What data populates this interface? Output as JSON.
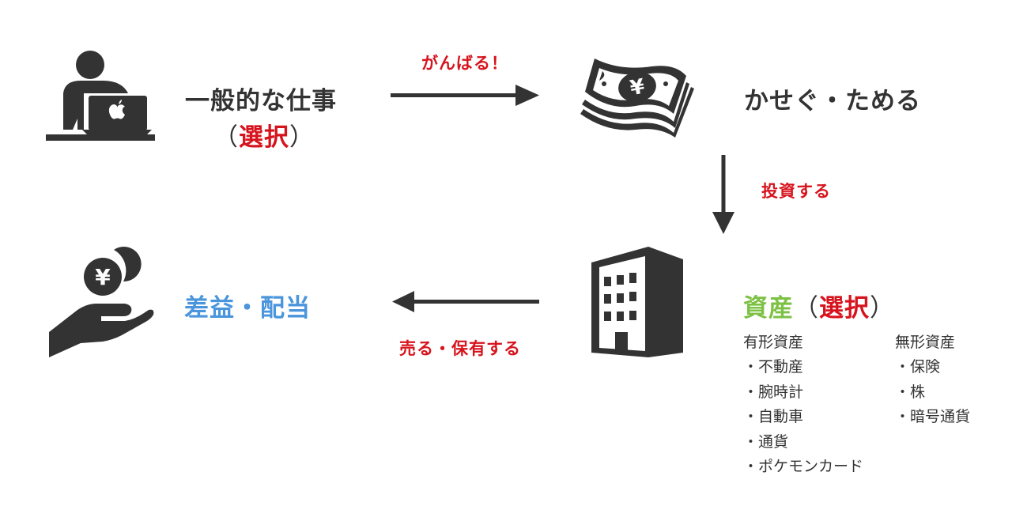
{
  "colors": {
    "icon": "#333333",
    "accent_red": "#d7141e",
    "accent_green": "#7cc143",
    "accent_blue": "#4a95dc"
  },
  "nodes": {
    "work": {
      "icon": "person-laptop-icon",
      "title": "一般的な仕事",
      "paren_open": "（",
      "choice": "選択",
      "paren_close": "）"
    },
    "money": {
      "icon": "yen-banknote-icon",
      "title": "かせぐ・ためる"
    },
    "assets": {
      "icon": "building-icon",
      "title": "資産",
      "paren_open": "（",
      "choice": "選択",
      "paren_close": "）",
      "tangible": {
        "heading": "有形資産",
        "items": [
          "・不動産",
          "・腕時計",
          "・自動車",
          "・通貨",
          "・ポケモンカード"
        ]
      },
      "intangible": {
        "heading": "無形資産",
        "items": [
          "・保険",
          "・株",
          "・暗号通貨"
        ]
      }
    },
    "profit": {
      "icon": "hand-yen-coin-icon",
      "title": "差益・配当"
    }
  },
  "arrows": {
    "work_to_money": "がんばる！",
    "money_to_assets": "投資する",
    "assets_to_profit": "売る・保有する"
  }
}
